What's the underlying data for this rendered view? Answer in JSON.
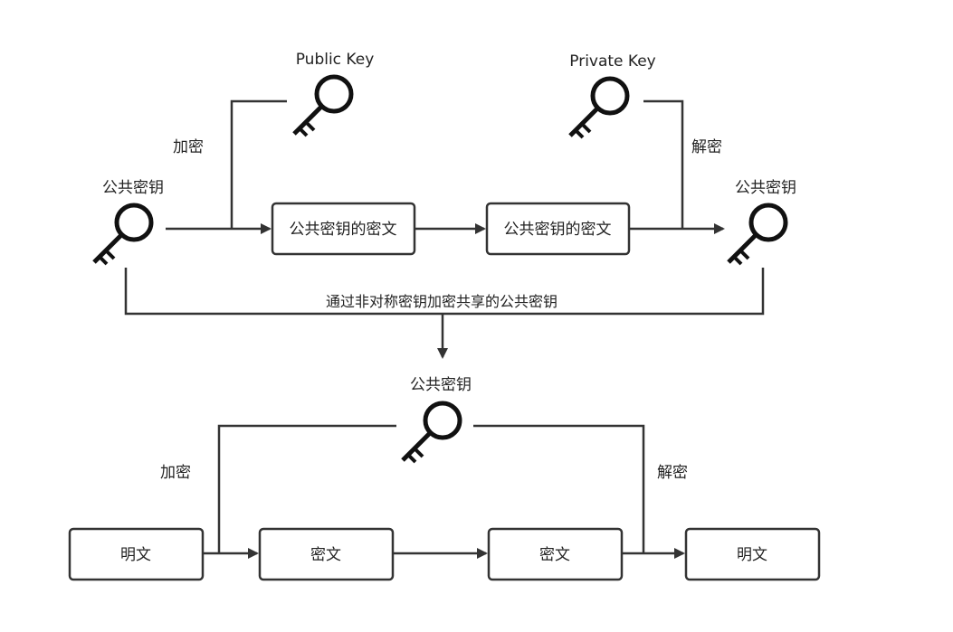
{
  "top": {
    "public_key_label": "Public Key",
    "private_key_label": "Private Key",
    "encrypt_label": "加密",
    "decrypt_label": "解密",
    "left_key_label": "公共密钥",
    "right_key_label": "公共密钥",
    "box1": "公共密钥的密文",
    "box2": "公共密钥的密文",
    "exchange_label": "通过非对称密钥加密共享的公共密钥"
  },
  "bottom": {
    "key_label": "公共密钥",
    "encrypt_label": "加密",
    "decrypt_label": "解密",
    "plaintext_left": "明文",
    "ciphertext_1": "密文",
    "ciphertext_2": "密文",
    "plaintext_right": "明文"
  },
  "colors": {
    "line": "#333333",
    "text": "#222222"
  },
  "icons": [
    "key-icon"
  ]
}
